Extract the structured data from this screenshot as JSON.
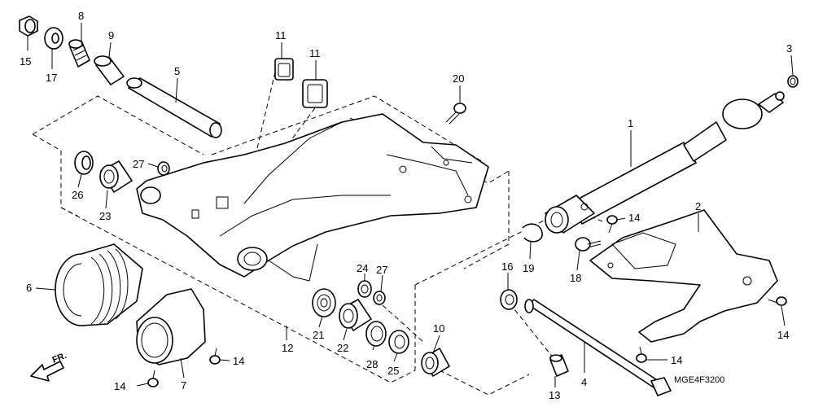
{
  "diagram": {
    "code": "MGE4F3200",
    "direction_label": "FR.",
    "callouts": {
      "c1": "1",
      "c2": "2",
      "c3": "3",
      "c4": "4",
      "c5": "5",
      "c6": "6",
      "c7": "7",
      "c8": "8",
      "c9": "9",
      "c10": "10",
      "c11a": "11",
      "c11b": "11",
      "c12": "12",
      "c13": "13",
      "c14a": "14",
      "c14b": "14",
      "c14c": "14",
      "c14d": "14",
      "c14e": "14",
      "c15": "15",
      "c16": "16",
      "c17": "17",
      "c18": "18",
      "c19": "19",
      "c20": "20",
      "c21": "21",
      "c22": "22",
      "c23": "23",
      "c24": "24",
      "c25": "25",
      "c26": "26",
      "c27a": "27",
      "c27b": "27",
      "c28": "28"
    }
  }
}
